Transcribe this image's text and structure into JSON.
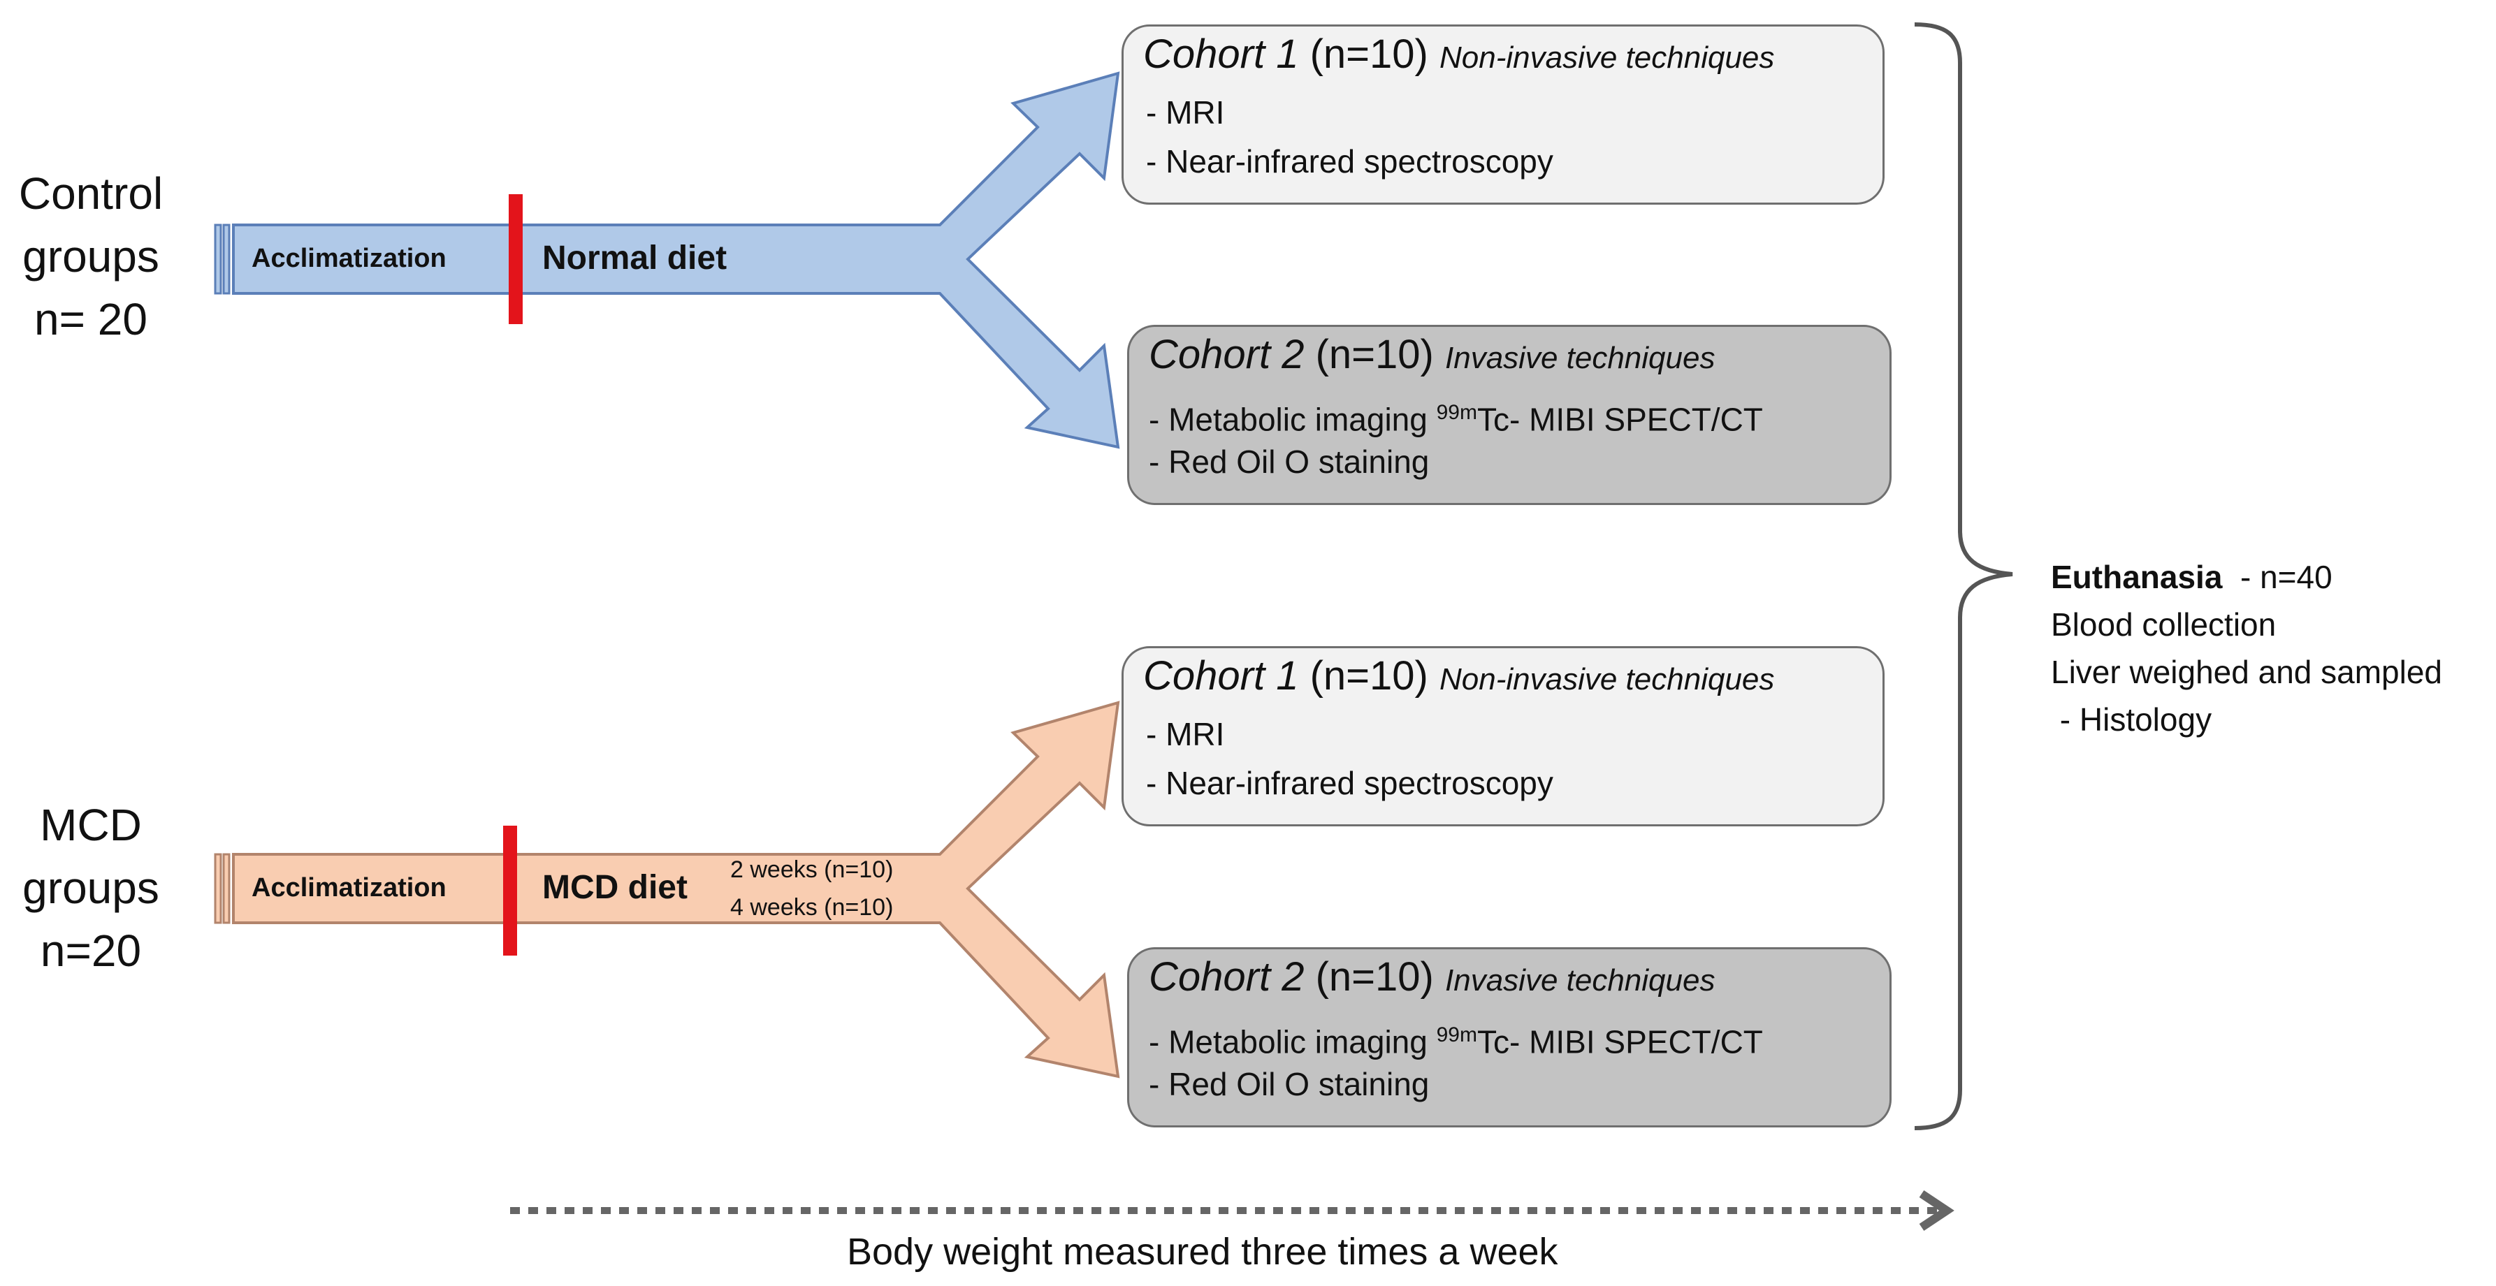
{
  "control": {
    "group_label": [
      "Control",
      "groups",
      "n= 20"
    ],
    "acclimatization": "Acclimatization",
    "diet": "Normal diet",
    "cohort1": {
      "name": "Cohort 1",
      "n": "(n=10)",
      "technique": "Non-invasive techniques",
      "items": [
        "- MRI",
        "- Near-infrared spectroscopy"
      ]
    },
    "cohort2": {
      "name": "Cohort 2",
      "n": "(n=10)",
      "technique": "Invasive techniques",
      "item1_prefix": "- Metabolic imaging ",
      "item1_sup": "99m",
      "item1_suffix": "Tc- MIBI SPECT/CT",
      "item2": "- Red Oil O staining"
    }
  },
  "mcd": {
    "group_label": [
      "MCD",
      "groups",
      "n=20"
    ],
    "acclimatization": "Acclimatization",
    "diet": "MCD diet",
    "durations": [
      "2 weeks (n=10)",
      "4 weeks (n=10)"
    ],
    "cohort1": {
      "name": "Cohort 1",
      "n": "(n=10)",
      "technique": "Non-invasive techniques",
      "items": [
        "- MRI",
        "- Near-infrared spectroscopy"
      ]
    },
    "cohort2": {
      "name": "Cohort 2",
      "n": "(n=10)",
      "technique": "Invasive techniques",
      "item1_prefix": "- Metabolic imaging ",
      "item1_sup": "99m",
      "item1_suffix": "Tc- MIBI SPECT/CT",
      "item2": "- Red Oil O staining"
    }
  },
  "euthanasia": {
    "title": "Euthanasia",
    "n": "- n=40",
    "lines": [
      "Blood collection",
      "Liver weighed and sampled",
      " - Histology"
    ]
  },
  "footer": "Body weight measured three times a week",
  "colors": {
    "control_fill": "#b0c9e8",
    "control_stroke": "#5b7fb8",
    "mcd_fill": "#f9cdb1",
    "mcd_stroke": "#b2846c",
    "marker": "#e3141b",
    "box_light": "#f2f2f2",
    "box_dark": "#c3c3c3"
  }
}
